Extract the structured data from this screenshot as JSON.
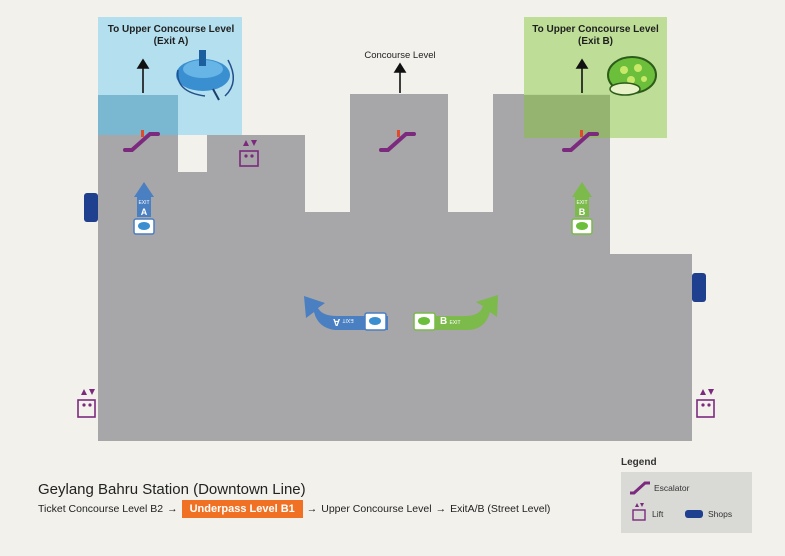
{
  "zones": {
    "exit_a_label": "To Upper Concourse Level\n(Exit A)",
    "exit_b_label": "To Upper Concourse Level\n(Exit B)",
    "concourse_label": "Concourse Level"
  },
  "signs": {
    "exit_word": "EXIT",
    "exit_a_letter": "A",
    "exit_b_letter": "B"
  },
  "footer": {
    "station_title": "Geylang Bahru Station (Downtown Line)",
    "path_start": "Ticket Concourse Level B2",
    "path_current": "Underpass Level B1",
    "path_end": "Upper Concourse Level",
    "path_final": "ExitA/B (Street Level)",
    "arrow": "→"
  },
  "legend": {
    "title": "Legend",
    "escalator": "Escalator",
    "lift": "Lift",
    "shops": "Shops"
  },
  "colors": {
    "floor": "#a7a6a8",
    "exit_a": "#4a7fc1",
    "exit_b": "#7cba4b",
    "zone_a": "#a9dcf0",
    "zone_b": "#b8dc8f",
    "escalator": "#7b2a7e",
    "shop": "#1f3f8f",
    "highlight": "#f07124"
  }
}
